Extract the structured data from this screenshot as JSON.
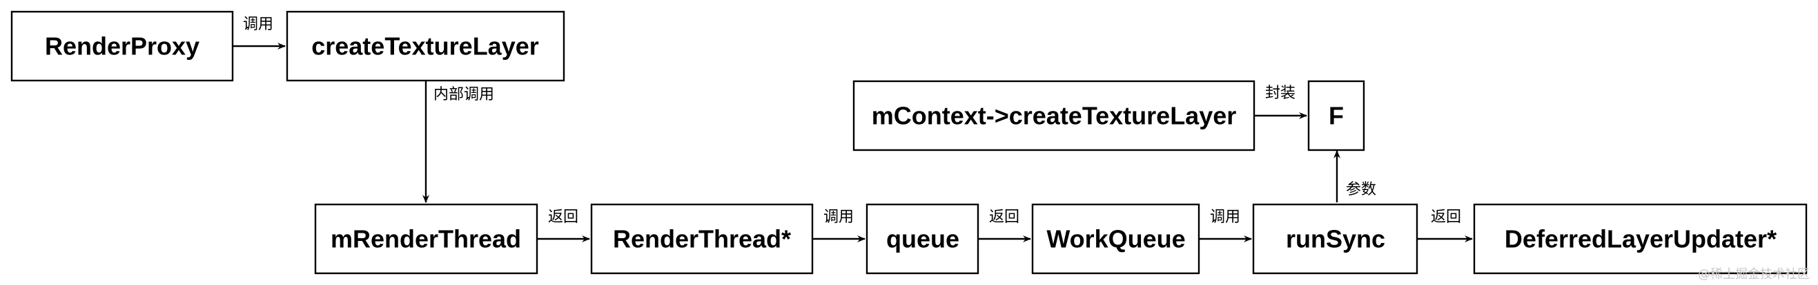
{
  "nodes": {
    "render_proxy": "RenderProxy",
    "create_texture_layer": "createTextureLayer",
    "m_render_thread": "mRenderThread",
    "render_thread_ptr": "RenderThread*",
    "queue": "queue",
    "work_queue": "WorkQueue",
    "run_sync": "runSync",
    "deferred_layer_updater": "DeferredLayerUpdater*",
    "m_context_create_texture_layer": "mContext->createTextureLayer",
    "f": "F"
  },
  "edges": {
    "render_proxy_to_create_texture_layer": "调用",
    "create_texture_layer_to_m_render_thread": "内部调用",
    "m_render_thread_to_render_thread_ptr": "返回",
    "render_thread_ptr_to_queue": "调用",
    "queue_to_work_queue": "返回",
    "work_queue_to_run_sync": "调用",
    "run_sync_to_deferred_layer_updater": "返回",
    "m_context_to_f": "封装",
    "run_sync_to_f": "参数"
  },
  "watermark": "@稀土掘金技术社区",
  "colors": {
    "stroke": "#000000",
    "fill": "#ffffff",
    "watermark": "#c8c8c8"
  }
}
